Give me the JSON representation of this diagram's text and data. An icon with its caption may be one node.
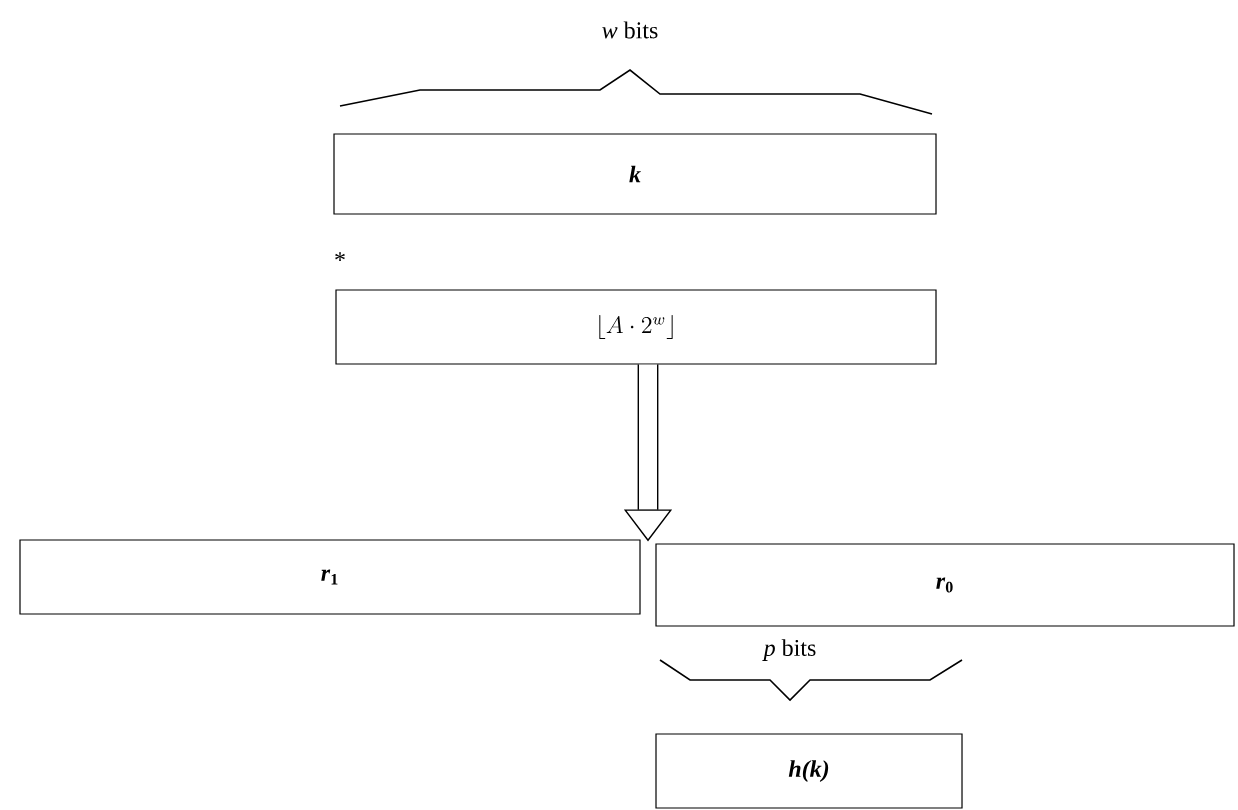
{
  "diagram": {
    "nodes": [
      {
        "text": [
          "k"
        ]
      },
      {
        "text": [
          "\\left\\lfloor A\\cdot 2^{w}\\right\\rfloor"
        ]
      },
      {
        "text": [
          "*r*$_{1}$"
        ]
      },
      {
        "text": [
          "*r*$_{0}$"
        ]
      },
      {
        "text": [
          "h(k)"
        ]
      }
    ],
    "edges": [
      {
        "from": 1,
        "to": 2,
        "arrow": "to"
      },
      {
        "from": 1,
        "to": 3,
        "arrow": "to"
      }
    ],
    "labels": [
      "*w* bits",
      "*",
      "*p* bits"
    ]
  }
}
